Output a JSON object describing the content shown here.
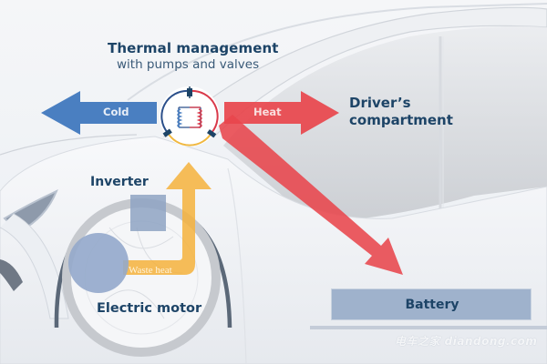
{
  "title": "Thermal management",
  "subtitle": "with pumps and valves",
  "labels": {
    "driver_line1": "Driver’s",
    "driver_line2": "compartment",
    "inverter": "Inverter",
    "electric_motor": "Electric motor",
    "battery": "Battery"
  },
  "arrows": {
    "cold": "Cold",
    "heat": "Heat",
    "waste_heat": "Waste heat"
  },
  "watermark": "电车之家 diandong.com",
  "colors": {
    "cold_arrow": "#4a7fc1",
    "heat_arrow": "#e8454c",
    "waste_heat_arrow": "#f5b13c",
    "label_text": "#1d4467",
    "battery_fill": "#9fb2cc",
    "inverter_fill": "#8ea3c3",
    "motor_fill": "#93a9cb"
  },
  "icons": {
    "thermal_unit": "heat-exchanger-icon"
  }
}
